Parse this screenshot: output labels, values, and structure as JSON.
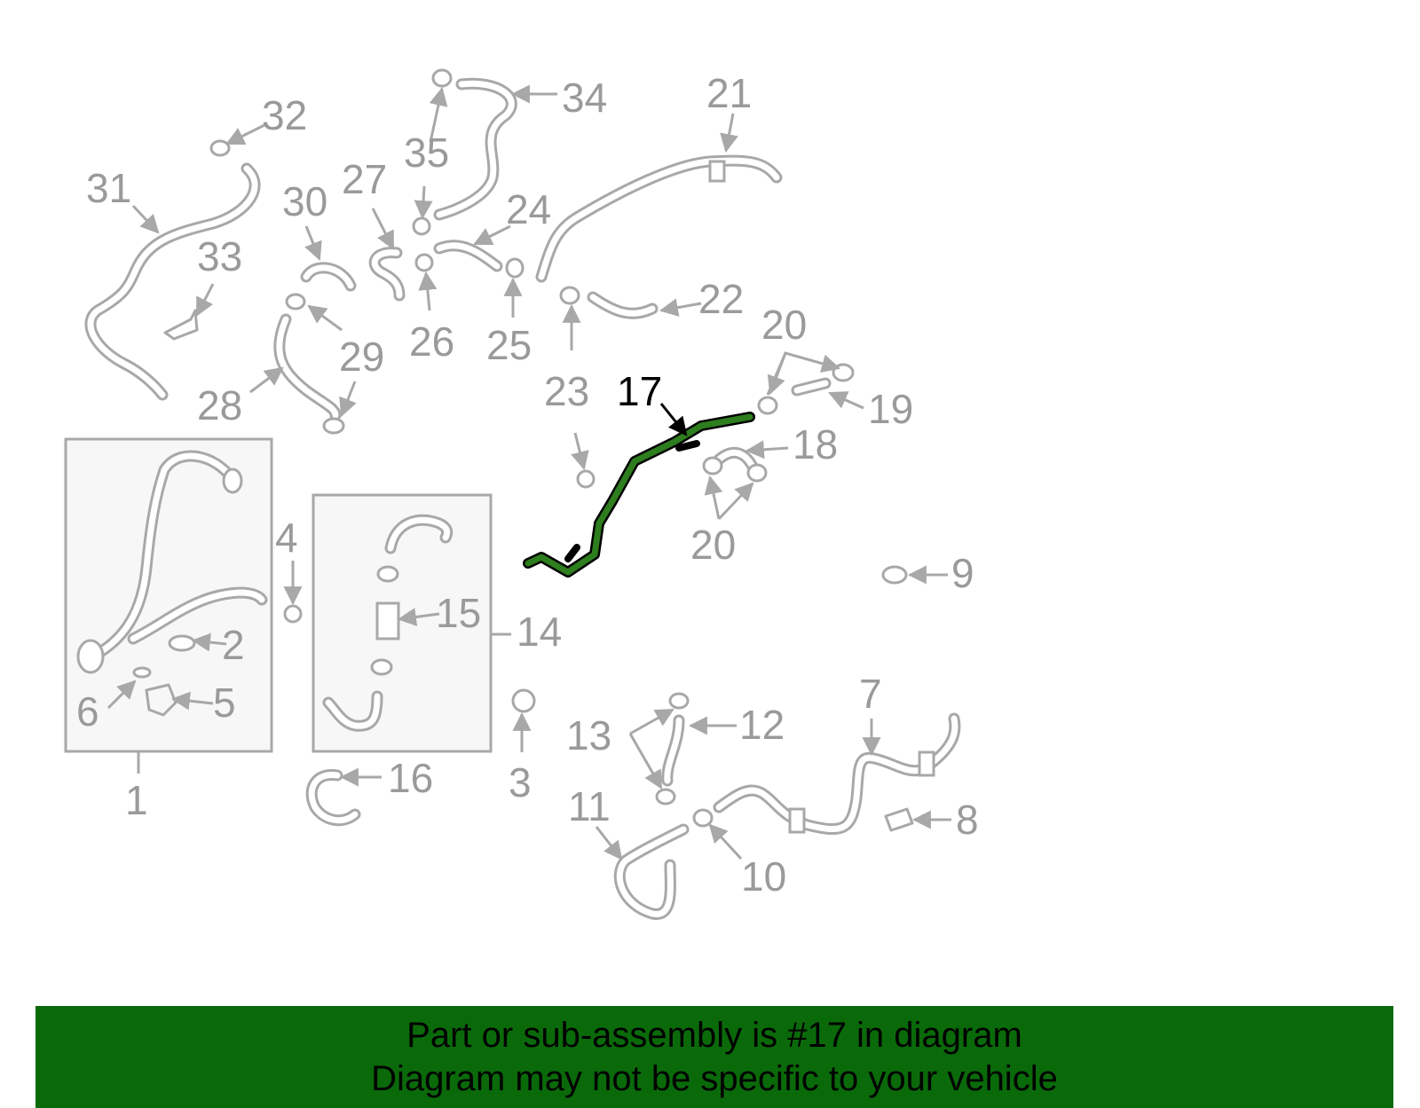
{
  "highlight": {
    "part_number": "17",
    "color": "#2e7d1e"
  },
  "callouts": [
    "1",
    "2",
    "3",
    "4",
    "5",
    "6",
    "7",
    "8",
    "9",
    "10",
    "11",
    "12",
    "13",
    "14",
    "15",
    "16",
    "17",
    "18",
    "19",
    "20",
    "21",
    "22",
    "23",
    "24",
    "25",
    "26",
    "27",
    "28",
    "29",
    "30",
    "31",
    "32",
    "33",
    "34",
    "35"
  ],
  "banner": {
    "line1": "Part or sub-assembly is #17 in diagram",
    "line2": "Diagram may not be specific to your vehicle",
    "color": "#0a6a0a"
  }
}
